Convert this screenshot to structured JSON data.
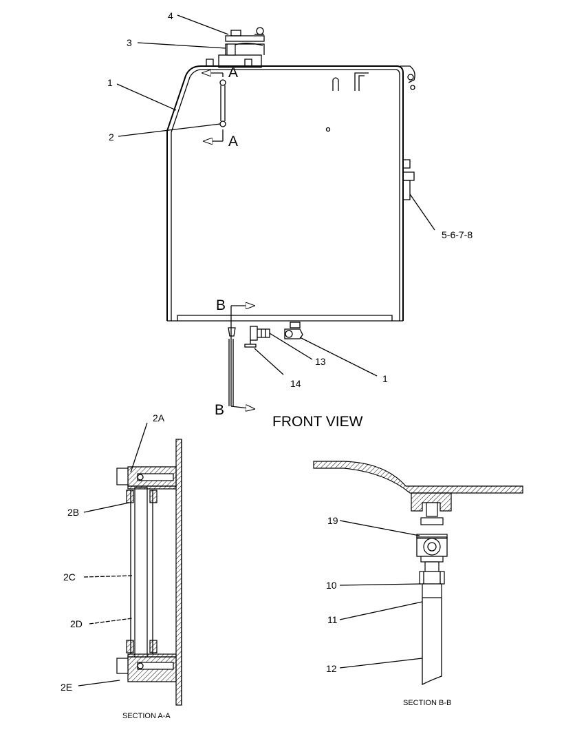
{
  "front_view": {
    "title": "FRONT VIEW",
    "section_marks": [
      "A",
      "A",
      "B",
      "B"
    ],
    "callouts": [
      "4",
      "3",
      "1",
      "2",
      "5-6-7-8",
      "13",
      "1",
      "14"
    ]
  },
  "section_a": {
    "caption": "SECTION A-A",
    "callouts": [
      "2A",
      "2B",
      "2C",
      "2D",
      "2E"
    ]
  },
  "section_b": {
    "caption": "SECTION B-B",
    "callouts": [
      "19",
      "10",
      "11",
      "12"
    ]
  }
}
